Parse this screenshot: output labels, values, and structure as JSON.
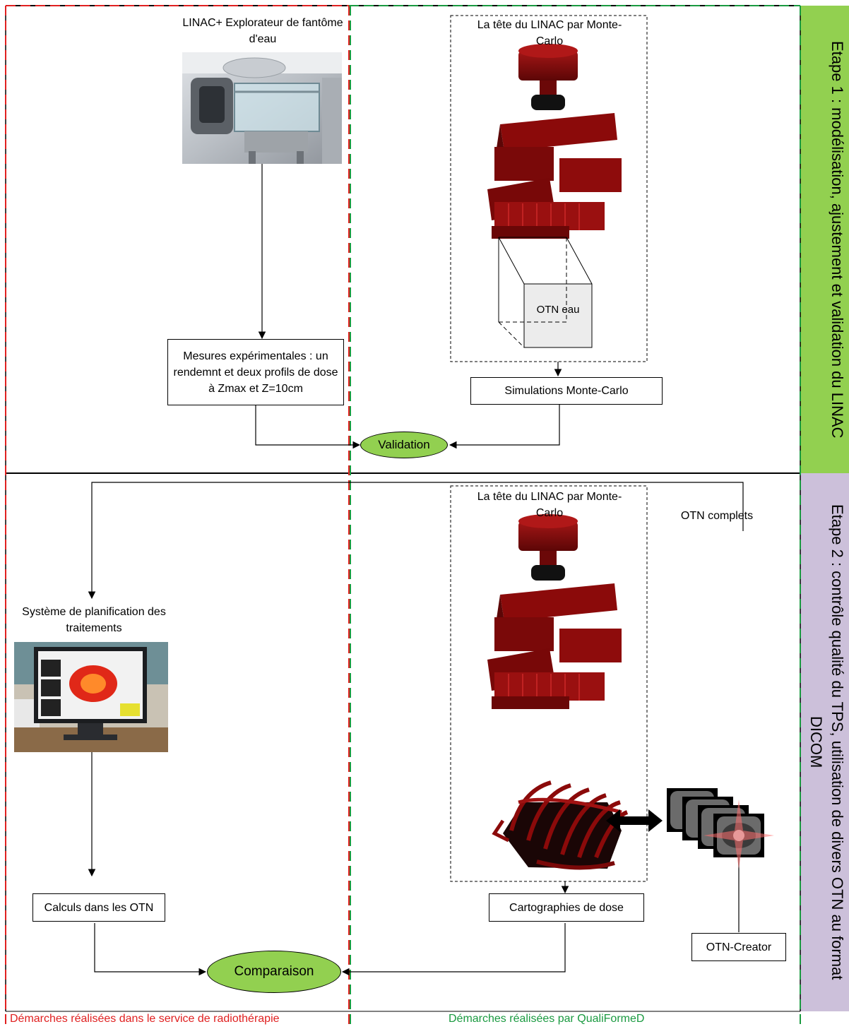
{
  "colors": {
    "stage1_band": "#92d050",
    "stage2_band": "#ccc0da",
    "red_dashed": "#e02020",
    "green_dashed": "#1a9a40",
    "linac_red": "#8b0a0a",
    "oval_green": "#92d050"
  },
  "stage1": {
    "title": "Etape 1 : modélisation, ajustement et validation du LINAC",
    "linac_explorer_label": "LINAC+ Explorateur de fantôme d'eau",
    "linac_head_label": "La tête du LINAC par Monte-Carlo",
    "otn_cube_label": "OTN eau",
    "measures_box": "Mesures expérimentales : un rendemnt et deux profils de dose à Zmax et Z=10cm",
    "simulations_box": "Simulations Monte-Carlo",
    "validation_oval": "Validation"
  },
  "stage2": {
    "title": "Etape 2 : contrôle qualité du TPS, utilisation de divers OTN au format DICOM",
    "tps_label": "Système de planification des traitements",
    "linac_head_label": "La tête du LINAC par Monte-Carlo",
    "otn_complets_label": "OTN complets",
    "calculs_box": "Calculs dans les OTN",
    "cartographies_box": "Cartographies de dose",
    "otn_creator_box": "OTN-Creator",
    "comparaison_oval": "Comparaison"
  },
  "footer": {
    "left": "Démarches réalisées dans le service de radiothérapie",
    "right": "Démarches réalisées par QualiFormeD"
  },
  "icons": {
    "linac_photo": "linac-photo-icon",
    "tps_photo": "tps-computer-photo-icon",
    "linac_head": "linac-head-model-icon",
    "otn_cube": "water-phantom-cube-icon",
    "thorax_phantom": "thorax-phantom-icon",
    "ct_stack": "ct-slices-stack-icon",
    "double_arrow": "double-arrow-icon"
  }
}
